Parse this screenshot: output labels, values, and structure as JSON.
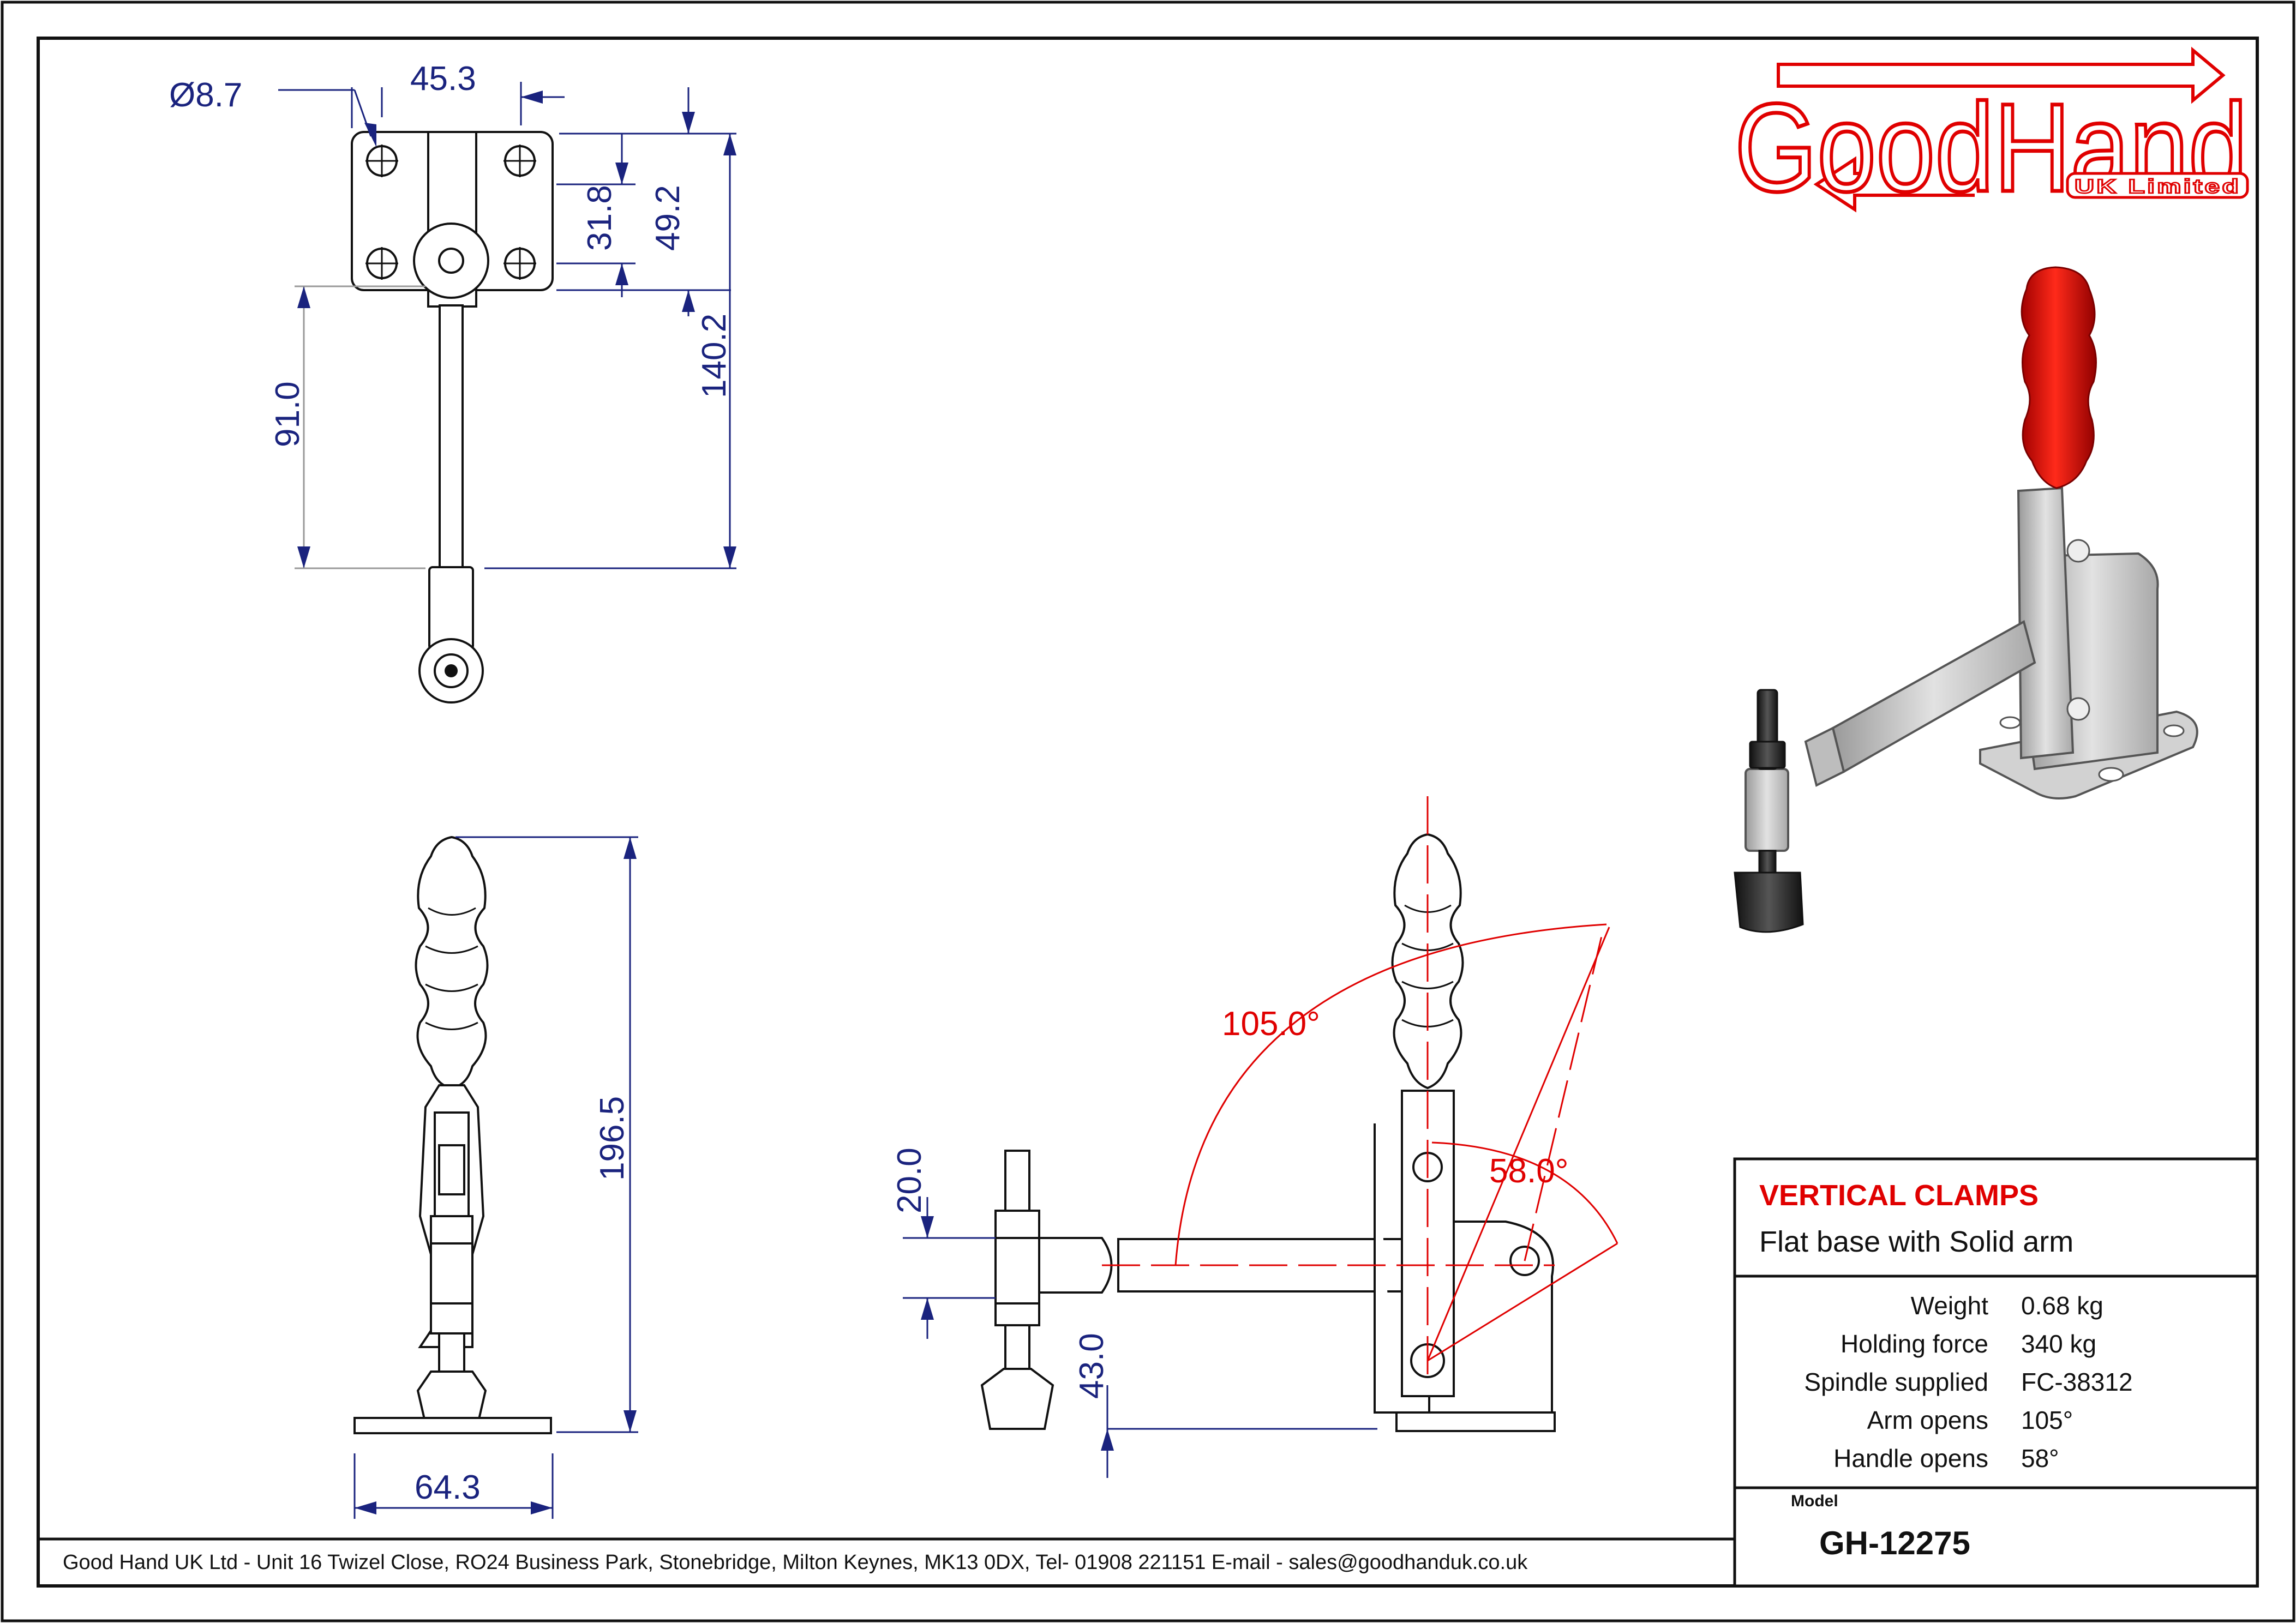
{
  "logo": {
    "brand": "GoodHand",
    "sub": "UK Limited"
  },
  "dimensions": {
    "hole_diameter": "Ø8.7",
    "base_width_top": "45.3",
    "hole_spacing": "31.8",
    "base_depth": "49.2",
    "arm_reach": "91.0",
    "overall_length": "140.2",
    "height": "196.5",
    "base_width_front": "64.3",
    "spindle_thread": "20.0",
    "spindle_height": "43.0"
  },
  "angles": {
    "arm_opens": "105.0°",
    "handle_opens": "58.0°"
  },
  "title_block": {
    "category": "VERTICAL CLAMPS",
    "description": "Flat base with Solid arm",
    "specs": [
      {
        "label": "Weight",
        "value": "0.68 kg"
      },
      {
        "label": "Holding force",
        "value": "340 kg"
      },
      {
        "label": "Spindle supplied",
        "value": "FC-38312"
      },
      {
        "label": "Arm opens",
        "value": "105°"
      },
      {
        "label": "Handle opens",
        "value": "58°"
      }
    ],
    "model_label": "Model",
    "model": "GH-12275"
  },
  "footer": "Good Hand UK Ltd  - Unit 16 Twizel Close, RO24 Business Park, Stonebridge, Milton Keynes, MK13 0DX,  Tel- 01908 221151  E-mail - sales@goodhanduk.co.uk",
  "colors": {
    "brand_red": "#e00000",
    "dimension_blue": "#1a237e",
    "handle_red": "#e8130f",
    "metal_grey": "#c9c9c9"
  }
}
